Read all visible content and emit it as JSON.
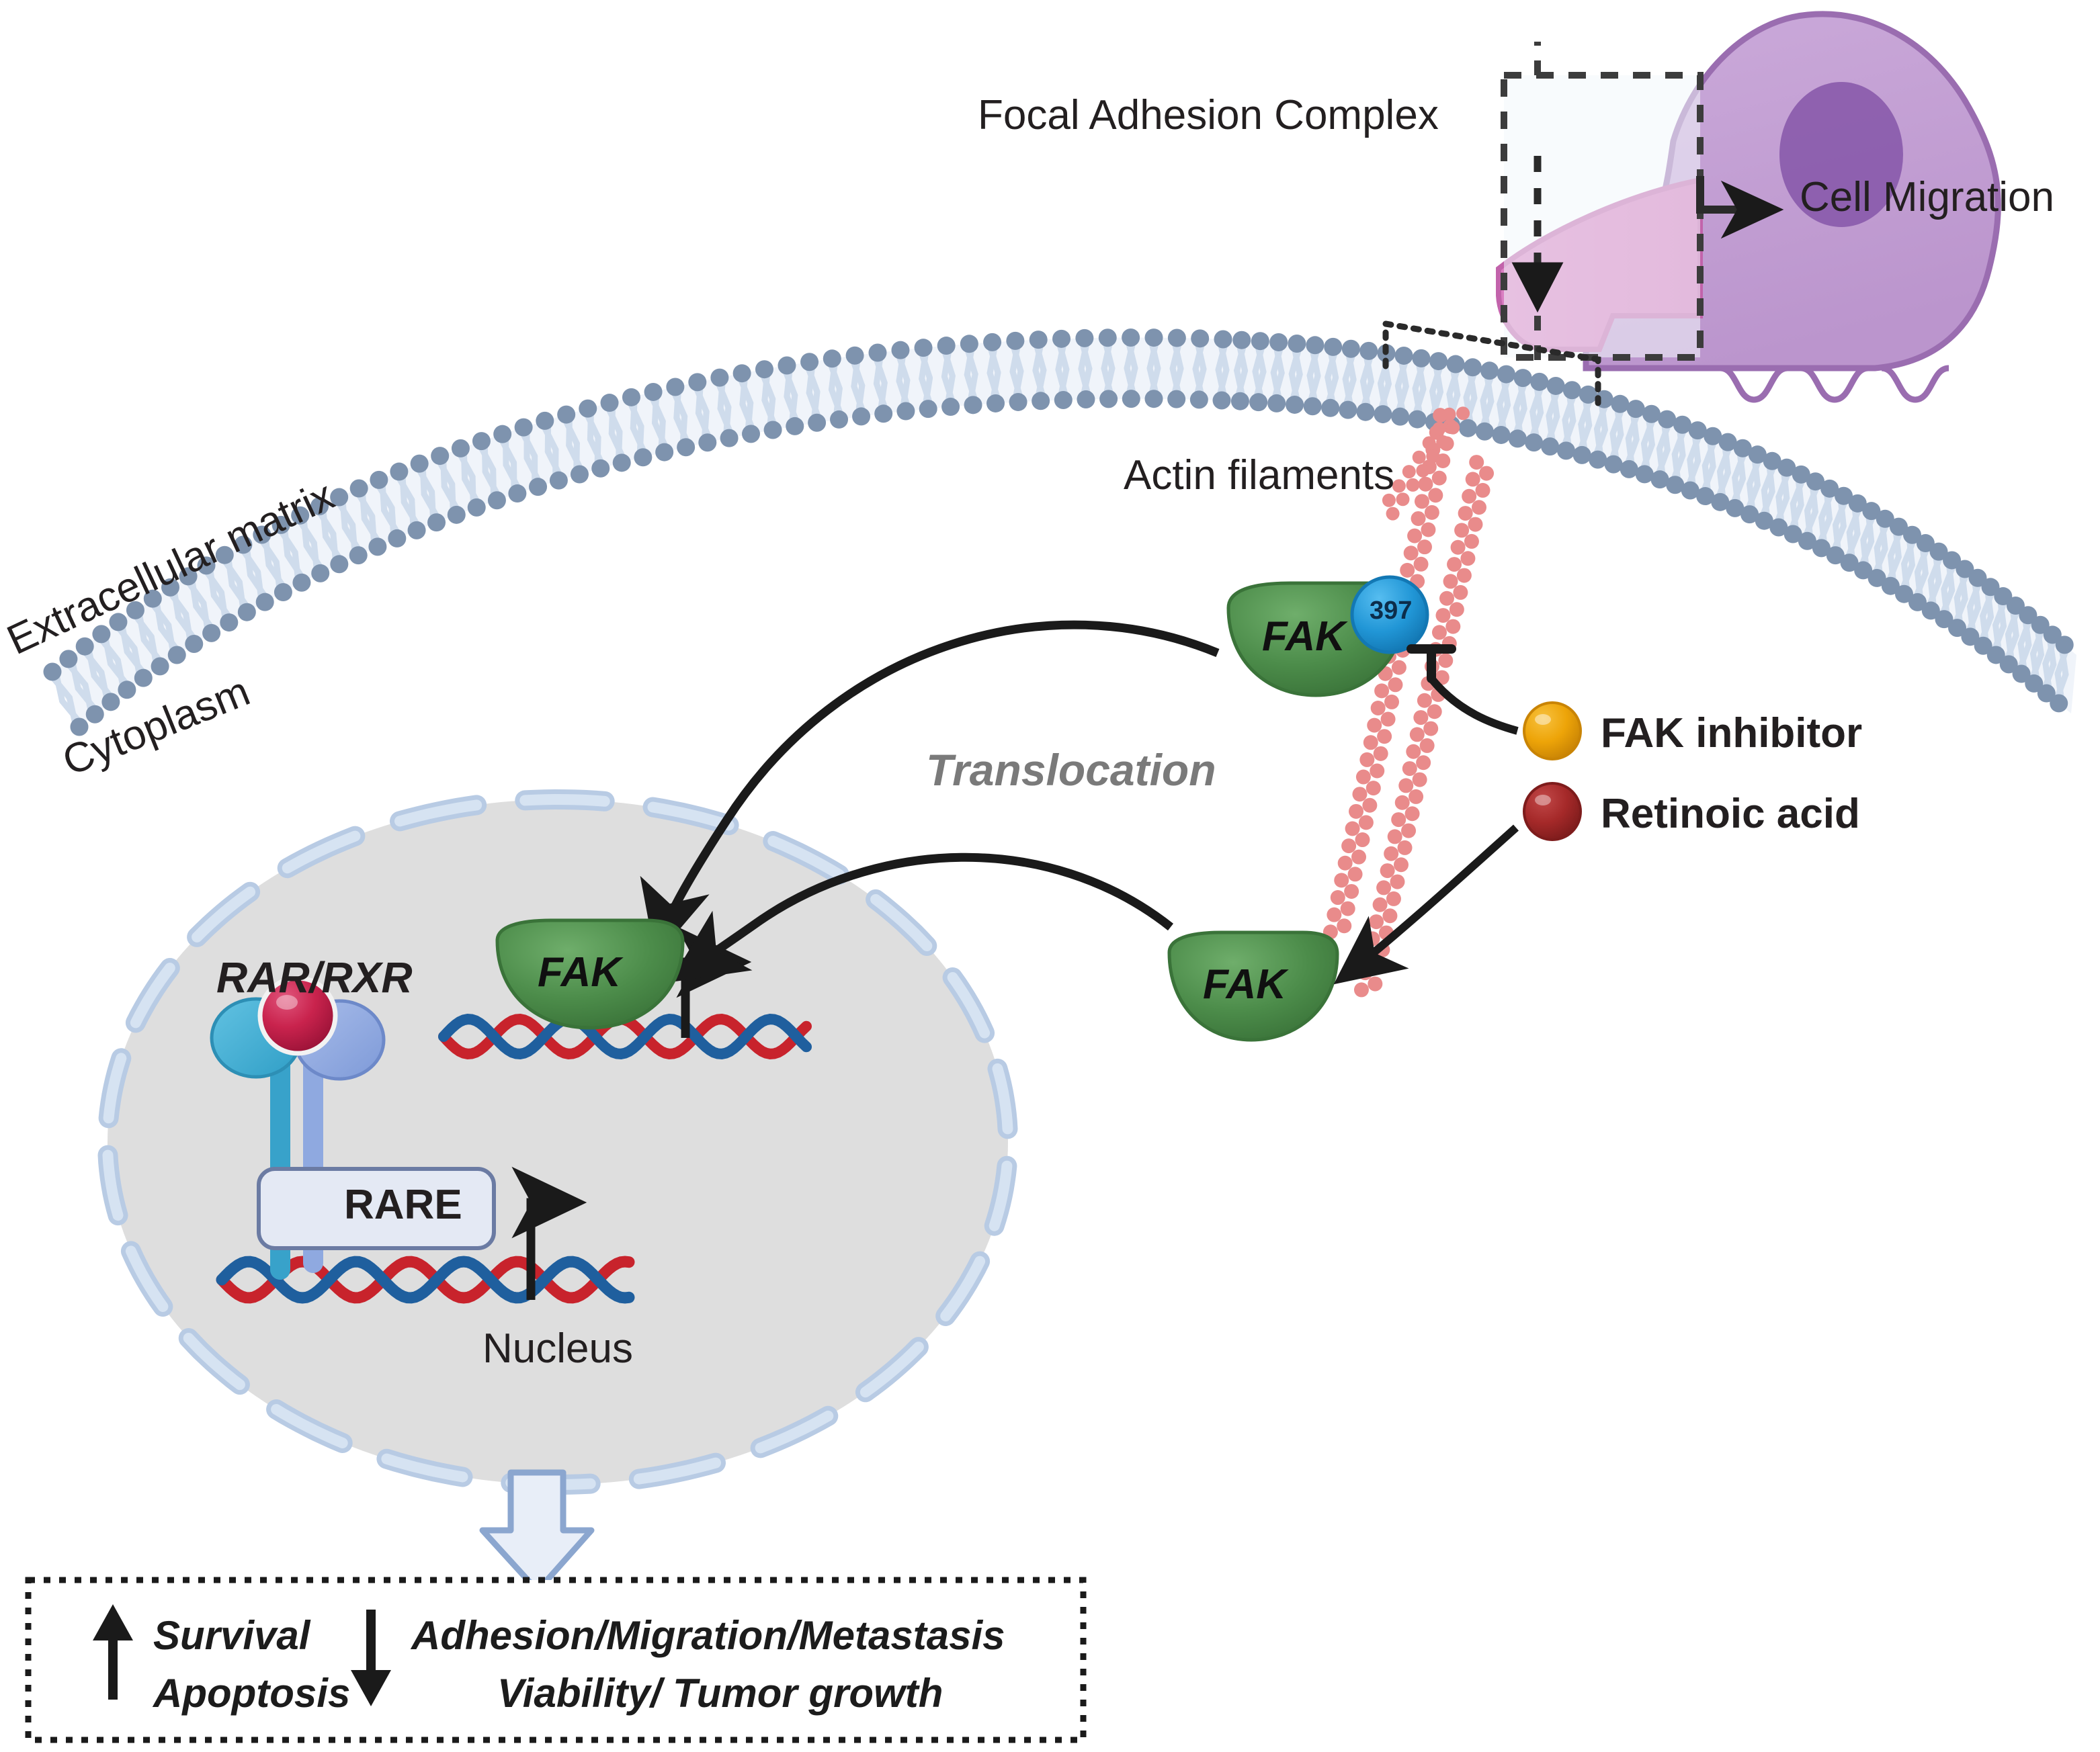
{
  "diagram": {
    "title_concept": "FAK signaling, translocation and inhibition by retinoic acid"
  },
  "labels": {
    "focal_adhesion_complex": "Focal Adhesion Complex",
    "cell_migration": "Cell Migration",
    "actin_filaments": "Actin filaments",
    "extracellular_matrix": "Extracellular matrix",
    "cytoplasm": "Cytoplasm",
    "translocation": "Translocation",
    "nucleus": "Nucleus",
    "rar_rxr": "RAR/RXR",
    "rare": "RARE",
    "fak_membrane": "FAK",
    "fak_cytoplasm": "FAK",
    "fak_nucleus": "FAK",
    "phospho_site": "397"
  },
  "legend": {
    "items": [
      {
        "label": "FAK inhibitor",
        "color": "#eea008"
      },
      {
        "label": "Retinoic acid",
        "color": "#a52929"
      }
    ]
  },
  "outcomes": {
    "up": {
      "arrow": "up-arrow",
      "lines": [
        "Survival",
        "Apoptosis"
      ]
    },
    "down": {
      "arrow": "down-arrow",
      "lines": [
        "Adhesion/Migration/Metastasis",
        "Viability/ Tumor growth"
      ]
    }
  },
  "colors": {
    "fak_green": "#4c8c4a",
    "fak_green_dark": "#3f7a3e",
    "phospho_blue": "#2196d6",
    "membrane_head": "#7e93ae",
    "membrane_tail": "#cfdcec",
    "nucleus_fill": "#dedede",
    "nuclear_envelope": "#b8cbe4",
    "actin_pink": "#e98b8b",
    "dna_red": "#c8232c",
    "dna_blue": "#1f5f9e",
    "rar_teal": "#3ba7cf",
    "rxr_blue": "#8fa9e0",
    "ligand_red": "#c9234d",
    "cell_body": "#c9a7d8",
    "cell_lamella": "#d濃"
  }
}
